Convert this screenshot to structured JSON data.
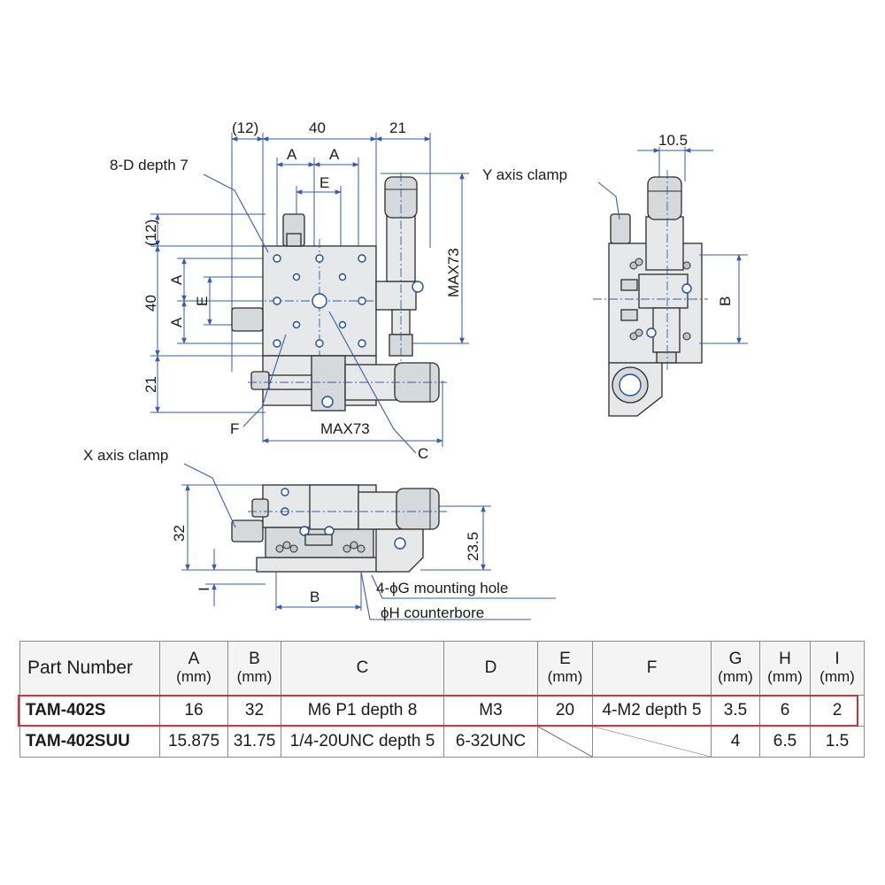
{
  "labels": {
    "d12_top": "(12)",
    "d40_top": "40",
    "d21_top": "21",
    "dA_top1": "A",
    "dA_top2": "A",
    "dE_top": "E",
    "d8D": "8-D depth 7",
    "d12_left": "(12)",
    "d40_left": "40",
    "dA_left1": "A",
    "dA_left2": "A",
    "dE_left": "E",
    "d21_left": "21",
    "dMAX73_right": "MAX73",
    "dMAX73_bottom": "MAX73",
    "dF": "F",
    "dC": "C",
    "d10_5": "10.5",
    "yclamp": "Y axis clamp",
    "dB_side": "B",
    "xclamp": "X axis clamp",
    "d32": "32",
    "d23_5": "23.5",
    "dI": "I",
    "dB_front": "B",
    "mounting_hole": "4-ϕG mounting hole",
    "counterbore": "ϕH counterbore"
  },
  "table": {
    "headers": [
      {
        "name": "Part Number",
        "unit": ""
      },
      {
        "name": "A",
        "unit": "(mm)"
      },
      {
        "name": "B",
        "unit": "(mm)"
      },
      {
        "name": "C",
        "unit": ""
      },
      {
        "name": "D",
        "unit": ""
      },
      {
        "name": "E",
        "unit": "(mm)"
      },
      {
        "name": "F",
        "unit": ""
      },
      {
        "name": "G",
        "unit": "(mm)"
      },
      {
        "name": "H",
        "unit": "(mm)"
      },
      {
        "name": "I",
        "unit": "(mm)"
      }
    ],
    "rows": [
      {
        "part": "TAM-402S",
        "A": "16",
        "B": "32",
        "C": "M6 P1 depth 8",
        "D": "M3",
        "E": "20",
        "F": "4-M2 depth 5",
        "G": "3.5",
        "H": "6",
        "I": "2"
      },
      {
        "part": "TAM-402SUU",
        "A": "15.875",
        "B": "31.75",
        "C": "1/4-20UNC depth 5",
        "D": "6-32UNC",
        "E": "",
        "F": "",
        "G": "4",
        "H": "6.5",
        "I": "1.5"
      }
    ]
  },
  "colors": {
    "dimension_lines": "#3a5ba8",
    "highlight": "#d0343a"
  }
}
